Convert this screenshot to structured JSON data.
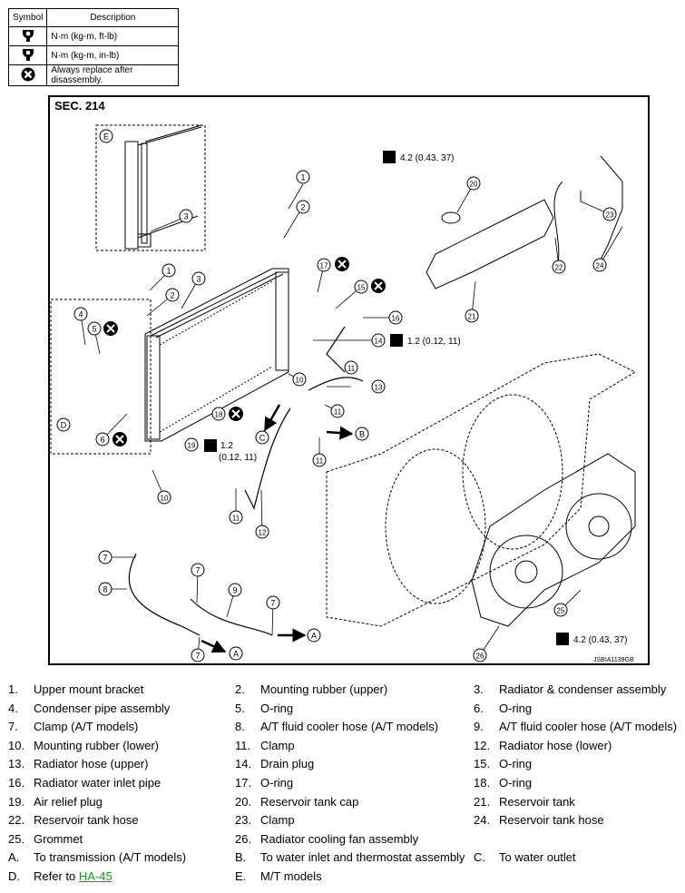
{
  "legend": {
    "header_symbol": "Symbol",
    "header_description": "Description",
    "rows": [
      {
        "icon": "torque-wrench-kgm-icon",
        "text": "N·m (kg-m, ft-lb)"
      },
      {
        "icon": "torque-wrench-kgcm-icon",
        "text": "N·m (kg-m, in-lb)"
      },
      {
        "icon": "always-replace-icon",
        "text": "Always replace after disassembly."
      }
    ]
  },
  "diagram": {
    "section": "SEC. 214",
    "code": "JSBIA1139GB",
    "torque_14": "1.2 (0.12, 11)",
    "torque_19_a": "1.2",
    "torque_19_b": "(0.12, 11)",
    "torque_20": "4.2 (0.43, 37)",
    "torque_25": "4.2 (0.43, 37)"
  },
  "parts": [
    [
      {
        "n": "1.",
        "t": "Upper mount bracket"
      },
      {
        "n": "2.",
        "t": "Mounting rubber (upper)"
      },
      {
        "n": "3.",
        "t": "Radiator & condenser assembly"
      }
    ],
    [
      {
        "n": "4.",
        "t": "Condenser pipe assembly"
      },
      {
        "n": "5.",
        "t": "O-ring"
      },
      {
        "n": "6.",
        "t": "O-ring"
      }
    ],
    [
      {
        "n": "7.",
        "t": "Clamp (A/T models)"
      },
      {
        "n": "8.",
        "t": "A/T fluid cooler hose (A/T models)"
      },
      {
        "n": "9.",
        "t": "A/T fluid cooler hose (A/T models)"
      }
    ],
    [
      {
        "n": "10.",
        "t": "Mounting rubber (lower)"
      },
      {
        "n": "11.",
        "t": "Clamp"
      },
      {
        "n": "12.",
        "t": "Radiator hose (lower)"
      }
    ],
    [
      {
        "n": "13.",
        "t": "Radiator hose (upper)"
      },
      {
        "n": "14.",
        "t": "Drain plug"
      },
      {
        "n": "15.",
        "t": "O-ring"
      }
    ],
    [
      {
        "n": "16.",
        "t": "Radiator water inlet pipe"
      },
      {
        "n": "17.",
        "t": "O-ring"
      },
      {
        "n": "18.",
        "t": "O-ring"
      }
    ],
    [
      {
        "n": "19.",
        "t": "Air relief plug"
      },
      {
        "n": "20.",
        "t": "Reservoir tank cap"
      },
      {
        "n": "21.",
        "t": "Reservoir tank"
      }
    ],
    [
      {
        "n": "22.",
        "t": "Reservoir tank hose"
      },
      {
        "n": "23.",
        "t": "Clamp"
      },
      {
        "n": "24.",
        "t": "Reservoir tank hose"
      }
    ],
    [
      {
        "n": "25.",
        "t": "Grommet"
      },
      {
        "n": "26.",
        "t": "Radiator cooling fan assembly"
      },
      null
    ],
    [
      {
        "n": "A.",
        "t": "To transmission (A/T models)"
      },
      {
        "n": "B.",
        "t": "To water inlet and thermostat assembly"
      },
      {
        "n": "C.",
        "t": "To water outlet"
      }
    ],
    [
      {
        "n": "D.",
        "t": "Refer to ",
        "link": "HA-45"
      },
      {
        "n": "E.",
        "t": "M/T models"
      },
      null
    ]
  ],
  "callouts": [
    "1",
    "2",
    "3",
    "4",
    "5",
    "6",
    "7",
    "8",
    "9",
    "10",
    "11",
    "12",
    "13",
    "14",
    "15",
    "16",
    "17",
    "18",
    "19",
    "20",
    "21",
    "22",
    "23",
    "24",
    "25",
    "26",
    "A",
    "B",
    "C",
    "D",
    "E"
  ]
}
